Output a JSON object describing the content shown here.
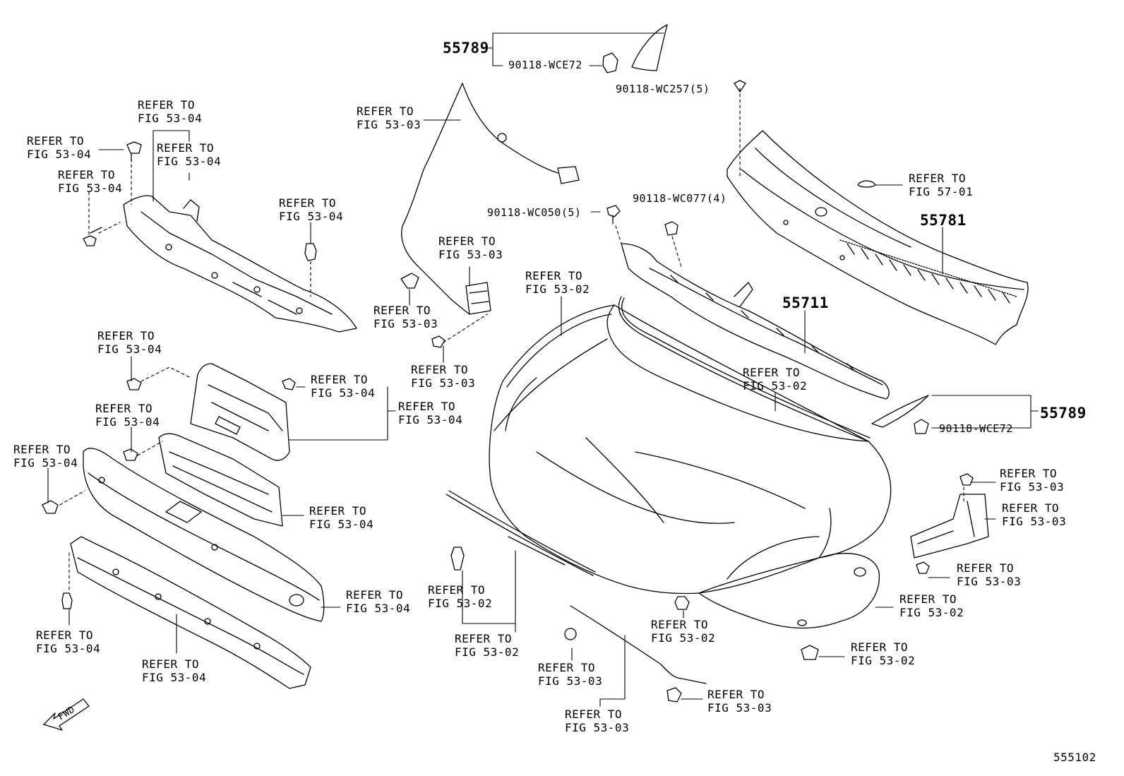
{
  "diagram_id": "555102",
  "fwd_label": "FWD",
  "refer": {
    "l1": "REFER TO",
    "fig_53_02": "FIG 53-02",
    "fig_53_03": "FIG 53-03",
    "fig_53_04": "FIG 53-04",
    "fig_57_01": "FIG 57-01"
  },
  "parts": {
    "p55789": "55789",
    "p55781": "55781",
    "p55711": "55711",
    "clip_wce72": "90118-WCE72",
    "clip_wc257": "90118-WC257(5)",
    "clip_wc050": "90118-WC050(5)",
    "clip_wc077": "90118-WC077(4)"
  }
}
